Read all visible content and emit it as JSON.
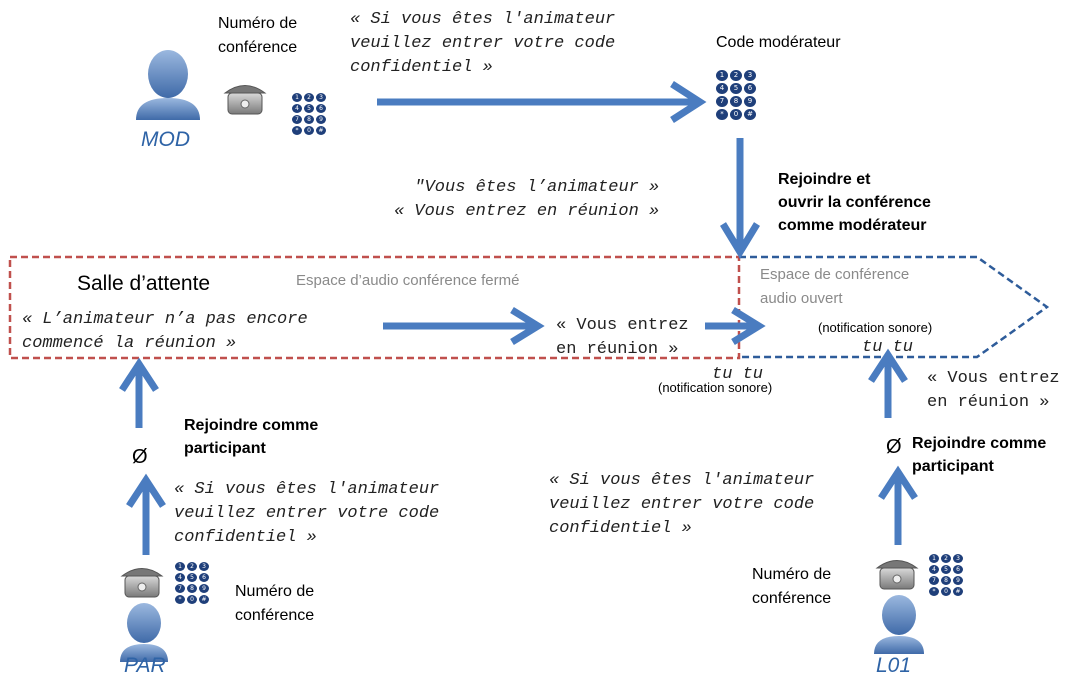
{
  "roles": {
    "mod": "MOD",
    "par": "PAR",
    "l01": "L01"
  },
  "labels": {
    "numero_conf_top": "Numéro de\nconférence",
    "code_moderateur": "Code modérateur",
    "numero_conf_par": "Numéro de\nconférence",
    "numero_conf_l01": "Numéro de\nconférence"
  },
  "prompts": {
    "mod_code": "« Si vous êtes l'animateur\nveuillez entrer votre code\nconfidentiel »",
    "mod_entry": "\"Vous êtes l’animateur »\n« Vous entrez en réunion »",
    "waiting": "« L’animateur n’a pas encore\ncommencé la réunion »",
    "vous_entrez_mid": "« Vous entrez\nen réunion »",
    "par_code": "« Si vous êtes l'animateur\nveuillez entrer votre code\nconfidentiel »",
    "l01_code": "« Si vous êtes l'animateur\nveuillez entrer votre code\nconfidentiel »",
    "vous_entrez_right": "« Vous entrez\nen réunion »"
  },
  "actions": {
    "rejoindre_mod": "Rejoindre et\nouvrir la conférence\ncomme modérateur",
    "rejoindre_par": "Rejoindre comme\nparticipant",
    "rejoindre_l01": "Rejoindre comme\nparticipant"
  },
  "zones": {
    "salle_attente": "Salle d’attente",
    "espace_ferme": "Espace d’audio conférence fermé",
    "espace_ouvert": "Espace de conférence\naudio ouvert"
  },
  "sounds": {
    "tu_tu_left": "tu tu",
    "notif_left": "(notification sonore)",
    "notif_right": "(notification sonore)",
    "tu_tu_right": "tu tu"
  },
  "symbols": {
    "empty_par": "Ø",
    "empty_l01": "Ø"
  },
  "keypad_keys": [
    "1",
    "2",
    "3",
    "4",
    "5",
    "6",
    "7",
    "8",
    "9",
    "*",
    "0",
    "#"
  ],
  "colors": {
    "arrow": "#4a7cc0",
    "closed_border": "#c0504d",
    "open_border": "#2e5c9a",
    "person": "#6f93c6",
    "role_text": "#2e63a6"
  }
}
